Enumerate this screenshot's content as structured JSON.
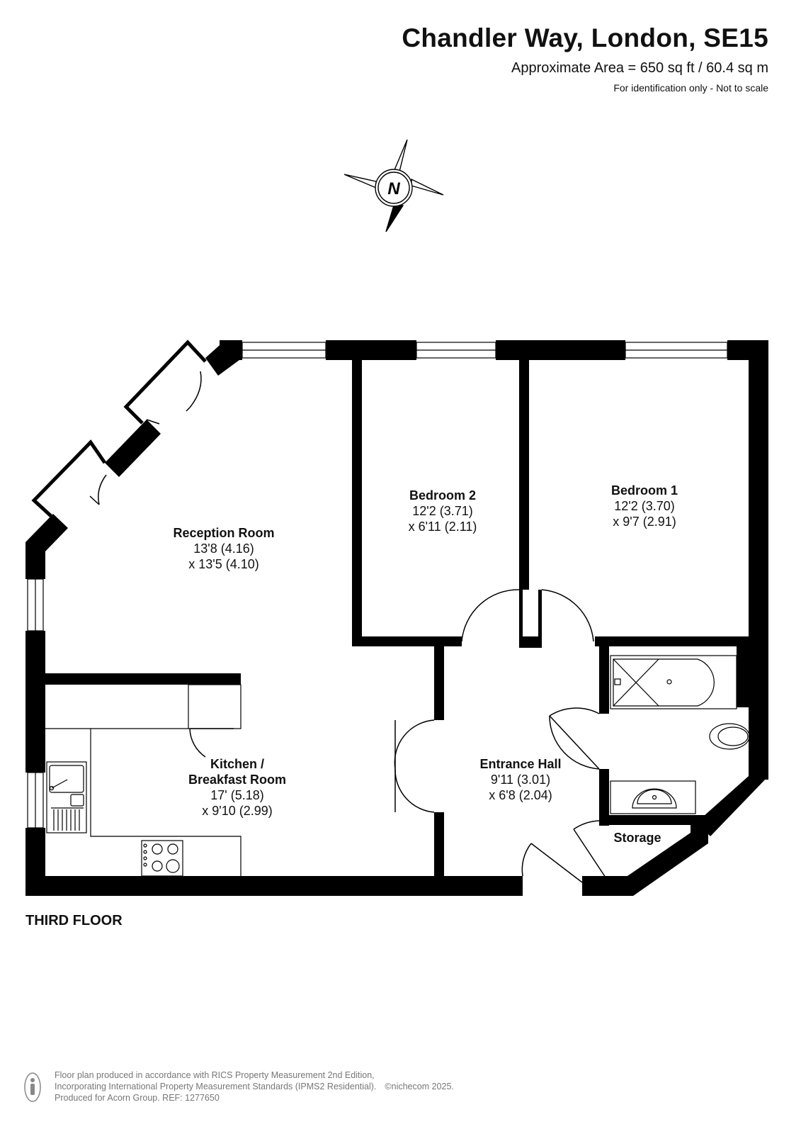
{
  "header": {
    "title": "Chandler Way, London, SE15",
    "area": "Approximate Area = 650 sq ft / 60.4 sq m",
    "disclaimer": "For identification only - Not to scale"
  },
  "compass": {
    "label": "N"
  },
  "floor_label": "THIRD FLOOR",
  "rooms": {
    "reception": {
      "name": "Reception Room",
      "dim1": "13'8 (4.16)",
      "dim2": "x 13'5 (4.10)"
    },
    "bedroom2": {
      "name": "Bedroom 2",
      "dim1": "12'2 (3.71)",
      "dim2": "x 6'11 (2.11)"
    },
    "bedroom1": {
      "name": "Bedroom 1",
      "dim1": "12'2 (3.70)",
      "dim2": "x 9'7 (2.91)"
    },
    "kitchen": {
      "name1": "Kitchen /",
      "name2": "Breakfast Room",
      "dim1": "17' (5.18)",
      "dim2": "x 9'10 (2.99)"
    },
    "hall": {
      "name": "Entrance Hall",
      "dim1": "9'11 (3.01)",
      "dim2": "x 6'8 (2.04)"
    },
    "storage": {
      "name": "Storage"
    }
  },
  "footer": {
    "line1": "Floor plan produced in accordance with RICS Property Measurement 2nd Edition,",
    "line2": "Incorporating International Property Measurement Standards (IPMS2 Residential).",
    "copyright": "©nichecom 2025.",
    "line3": "Produced for Acorn Group.   REF:  1277650"
  },
  "colors": {
    "wall": "#000000",
    "text": "#111111",
    "footer_text": "#777777"
  }
}
